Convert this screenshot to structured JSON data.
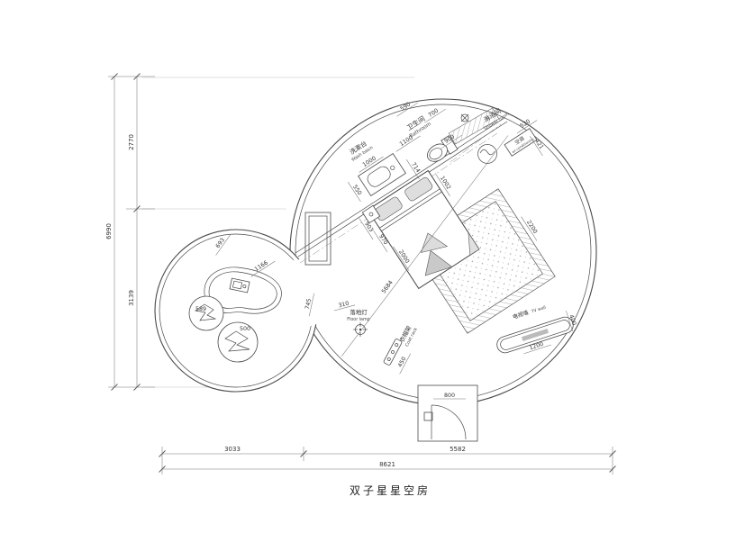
{
  "title": "双子星星空房",
  "colors": {
    "ink": "#4a4a4a",
    "dimension": "#777777",
    "text": "#333333"
  },
  "labels": {
    "wash_basin_cn": "洗漱台",
    "wash_basin_en": "Wash basin",
    "bathroom_cn": "卫生间",
    "bathroom_en": "Bathroom",
    "shower_cn": "淋浴间",
    "shower_en": "Shower room",
    "ac_cn": "空调",
    "ac_en": "air conditioning",
    "floor_lamp_cn": "落地灯",
    "floor_lamp_en": "Floor lamp",
    "coat_rack_cn": "衣帽架",
    "coat_rack_en": "Coat rack",
    "tv_wall_cn": "电视墙",
    "tv_wall_en": "TV wall"
  },
  "dims": {
    "left_total": "6990",
    "left_upper": "2770",
    "left_lower": "3139",
    "bottom_left": "3033",
    "bottom_right": "5582",
    "bottom_total": "8621",
    "top_a": "590",
    "top_b": "700",
    "bath_a": "1100",
    "bath_b": "900",
    "basin_width": "1000",
    "basin_depth": "550",
    "toilet_a": "714",
    "toilet_b": "1002",
    "shower_a": "520",
    "shower_b": "421",
    "bed_a": "903",
    "bed_b": "970",
    "bed_len": "2000",
    "room_diag": "5684",
    "carpet": "2200",
    "lamp_offset": "310",
    "coat_rack_len": "450",
    "tv_len": "1200",
    "tv_depth": "400",
    "door": "800",
    "counter_a": "693",
    "counter_len": "1166",
    "counter_gap": "745",
    "pouf_a": "589",
    "pouf_b": "500"
  }
}
